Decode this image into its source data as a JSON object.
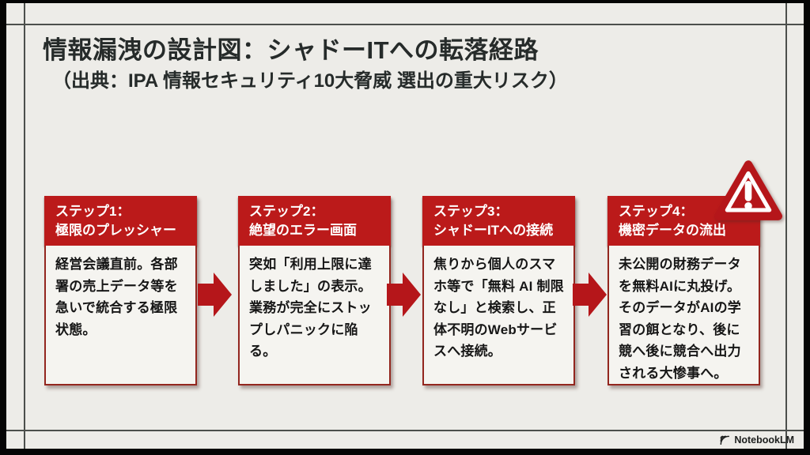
{
  "slide": {
    "title": "情報漏洩の設計図：シャドーITへの転落経路",
    "subtitle": "（出典：IPA 情報セキュリティ10大脅威 選出の重大リスク）"
  },
  "steps": [
    {
      "header_line1": "ステップ1：",
      "header_line2": "極限のプレッシャー",
      "body": "経営会議直前。各部署の売上データ等を急いで統合する極限状態。"
    },
    {
      "header_line1": "ステップ2：",
      "header_line2": "絶望のエラー画面",
      "body": "突如「利用上限に達しました」の表示。業務が完全にストップしパニックに陥る。"
    },
    {
      "header_line1": "ステップ3：",
      "header_line2": "シャドーITへの接続",
      "body": "焦りから個人のスマホ等で「無料 AI 制限なし」と検索し、正体不明のWebサービスへ接続。"
    },
    {
      "header_line1": "ステップ4：",
      "header_line2": "機密データの流出",
      "body": "未公開の財務データを無料AIに丸投げ。そのデータがAIの学習の餌となり、後に競へ後に競合へ出力される大惨事へ。"
    }
  ],
  "icons": {
    "warning_icon": "red rounded triangle with white exclamation mark",
    "flow_arrow_icon": "red right-pointing block arrow",
    "notebooklm_logo_icon": "NotebookLM fan/arc logo"
  },
  "branding": {
    "label": "NotebookLM"
  },
  "colors": {
    "accent_red": "#bb1a1a",
    "box_border": "#93261f",
    "box_bg": "#f5f4f0",
    "slide_bg": "#edece8",
    "text_dark": "#262b2a"
  }
}
